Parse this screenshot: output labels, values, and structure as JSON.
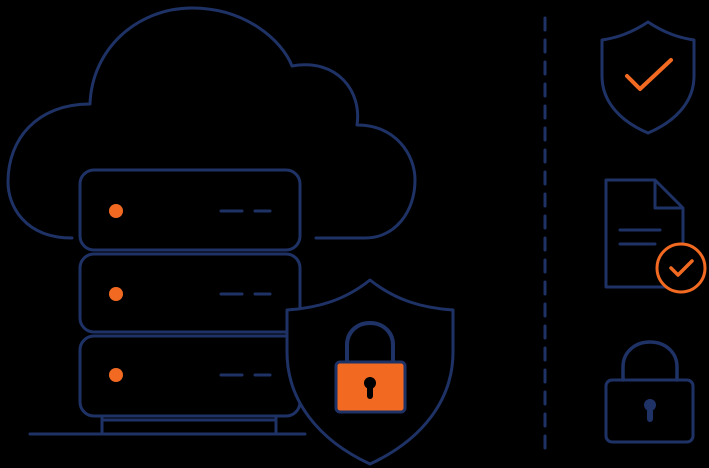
{
  "colors": {
    "background": "#000000",
    "outline": "#1f3266",
    "accent": "#f26a22",
    "dark": "#000000"
  },
  "illustration": {
    "main_group": {
      "cloud": "cloud-icon",
      "server_units": [
        {
          "name": "server-unit-1",
          "indicator": "orange-dot",
          "slots": 2
        },
        {
          "name": "server-unit-2",
          "indicator": "orange-dot",
          "slots": 2
        },
        {
          "name": "server-unit-3",
          "indicator": "orange-dot",
          "slots": 2
        }
      ],
      "ground_line": "base-line",
      "shield": "shield-lock-icon"
    },
    "divider": "dashed-divider",
    "side_icons": [
      {
        "name": "shield-check-icon"
      },
      {
        "name": "document-check-icon"
      },
      {
        "name": "padlock-icon"
      }
    ]
  }
}
